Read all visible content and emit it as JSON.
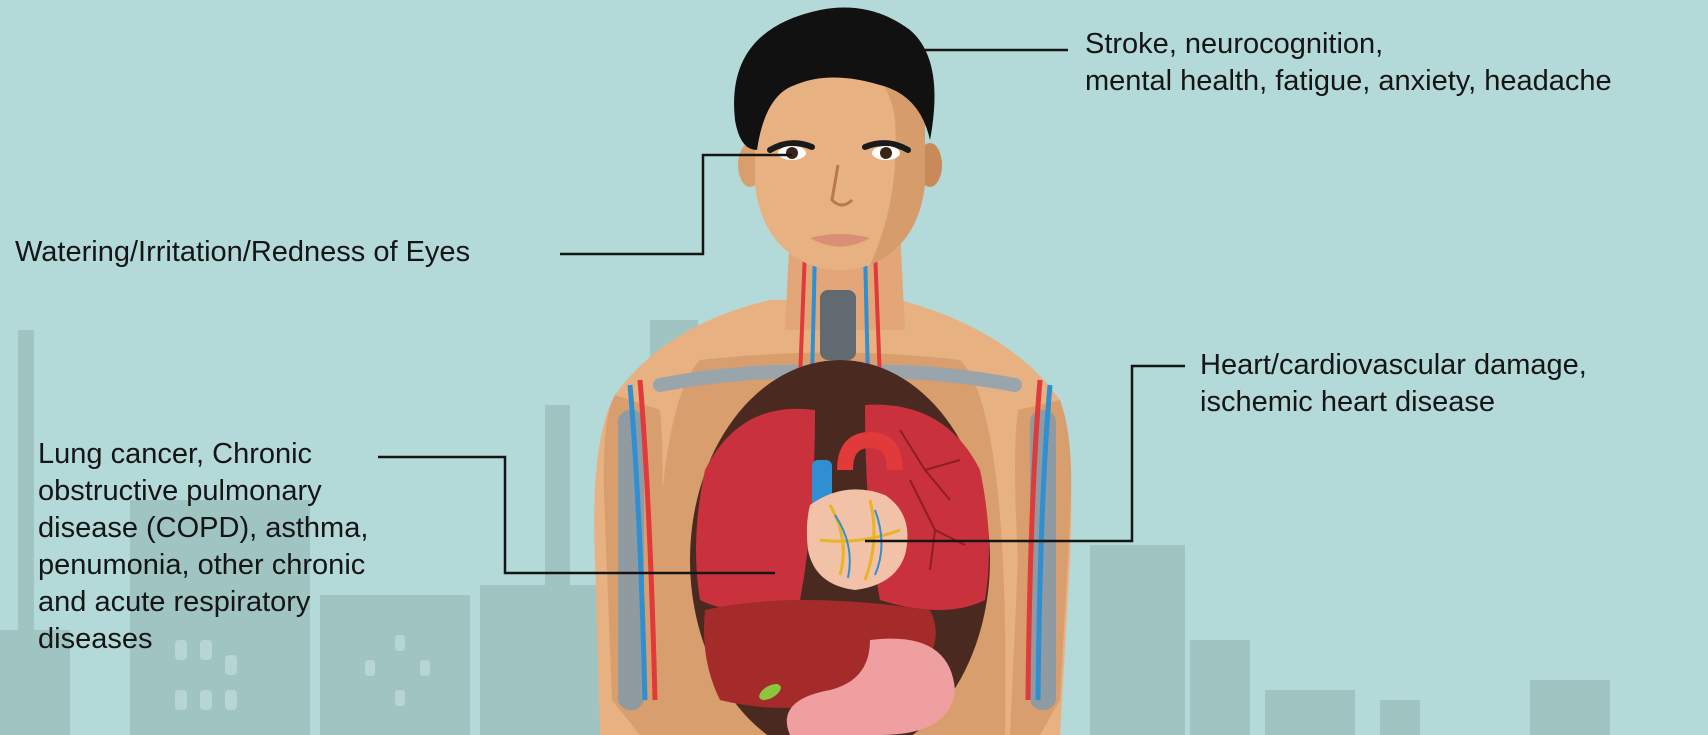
{
  "annotations": {
    "head": {
      "lines": [
        "Stroke, neurocognition,",
        "mental health, fatigue, anxiety, headache"
      ]
    },
    "eyes": {
      "lines": [
        "Watering/Irritation/Redness of Eyes"
      ]
    },
    "heart": {
      "lines": [
        "Heart/cardiovascular damage,",
        "ischemic heart disease"
      ]
    },
    "lungs": {
      "lines": [
        "Lung cancer, Chronic",
        "obstructive pulmonary",
        "disease (COPD), asthma,",
        "penumonia, other chronic",
        "and acute respiratory",
        "diseases"
      ]
    }
  },
  "colors": {
    "background": "#b4d9d9",
    "buildings": "#9fc4c2",
    "buildings_dark": "#8ab0ad",
    "skin": "#e8b182",
    "skin_shadow": "#c98a5a",
    "hair": "#111111",
    "lung": "#c9323d",
    "heart": "#f2c2a8",
    "artery": "#e03a3a",
    "vein": "#2f8fd0",
    "leader_line": "#151515",
    "text": "#151515"
  }
}
